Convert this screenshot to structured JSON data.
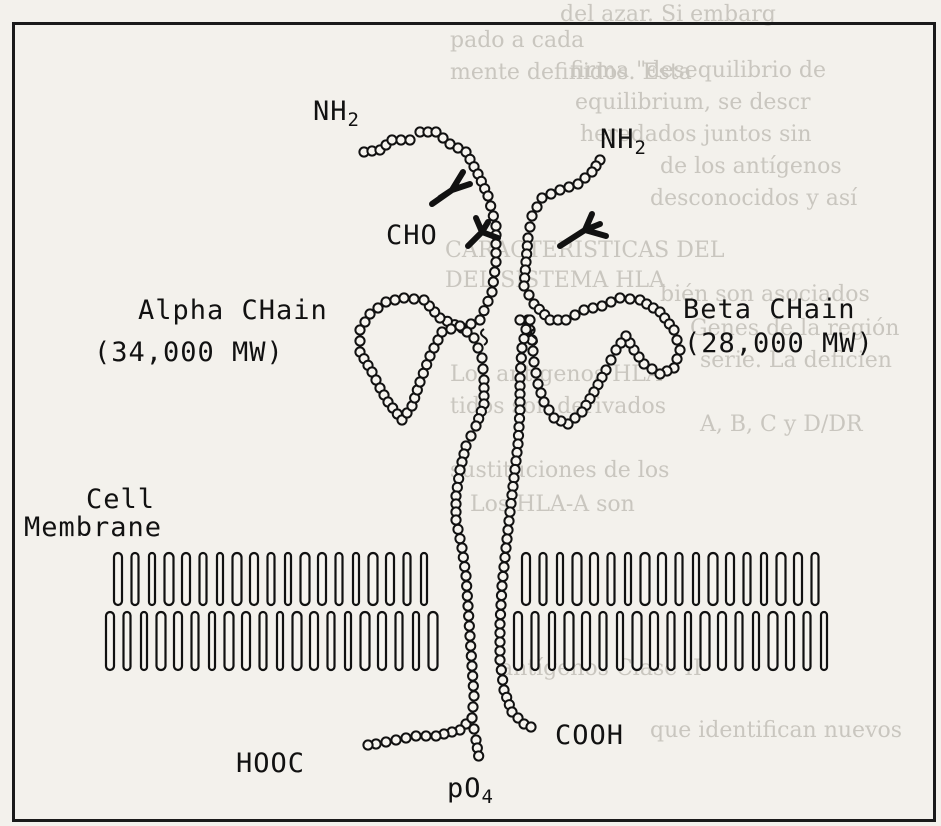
{
  "diagram": {
    "alpha": {
      "label_prefix": "NH",
      "label_sub": "2",
      "name": "Alpha CHain",
      "mw": "(34,000 MW)"
    },
    "beta": {
      "label_prefix": "NH",
      "label_sub": "2",
      "name": "Beta CHain",
      "mw": "(28,000 MW)"
    },
    "carbohydrate": "CHO",
    "membrane_line1": "Cell",
    "membrane_line2": "Membrane",
    "c_terminus_alpha": "HOOC",
    "phosphate_prefix": "pO",
    "phosphate_sub": "4",
    "c_terminus_beta": "COOH"
  },
  "background_text": [
    "del azar. Si embarg",
    "firma \"desequilibrio de",
    "equilibrium, se descr",
    "heredados juntos sin",
    "de los antígenos",
    "desconocidos y así",
    "bién son asociados",
    "Genes de la región",
    "serie. La deficien",
    "A, B, C y D/DR",
    "pado a cada",
    "mente definidos. Esta",
    "CARACTERISTICAS DEL",
    "DEL SISTEMA HLA",
    "Los antígenos HLA",
    "tidos son derivados",
    "sustituciones de los",
    "Los HLA-A son",
    "antígenos Clase II",
    "que identifican nuevos"
  ]
}
